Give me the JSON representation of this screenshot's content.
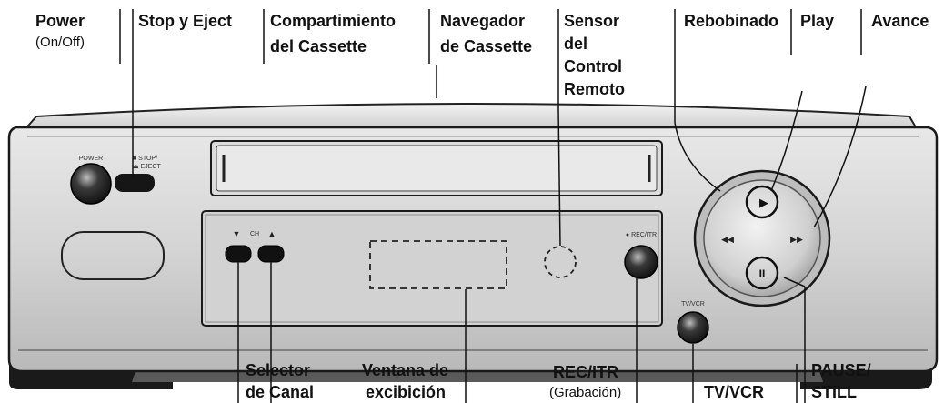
{
  "callouts": {
    "power": "Power",
    "power_sub": "(On/Off)",
    "stop_eject": "Stop y Eject",
    "compartment_l1": "Compartimiento",
    "compartment_l2": "del Cassette",
    "navigator_l1": "Navegador",
    "navigator_l2": "de Cassette",
    "sensor_l1": "Sensor",
    "sensor_l2": "del",
    "sensor_l3": "Control",
    "sensor_l4": "Remoto",
    "rewind": "Rebobinado",
    "play": "Play",
    "forward": "Avance",
    "channel_l1": "Selector",
    "channel_l2": "de Canal",
    "display_l1": "Ventana de",
    "display_l2": "excibición",
    "rec": "REC/ITR",
    "rec_sub": "(Grabación)",
    "tvvcr": "TV/VCR",
    "pause_l1": "PAUSE/",
    "pause_l2": "STILL"
  },
  "device": {
    "power_label": "POWER",
    "stop_label_l1": "■ STOP/",
    "stop_label_l2": "⏏ EJECT",
    "ch_label": "CH",
    "ch_down": "▼",
    "ch_up": "▲",
    "rec_label": "● REC/ITR",
    "tvvcr_label": "TV/VCR",
    "play_symbol": "▶",
    "pause_symbol": "II",
    "rew_symbol": "◀◀",
    "ff_symbol": "▶▶"
  }
}
